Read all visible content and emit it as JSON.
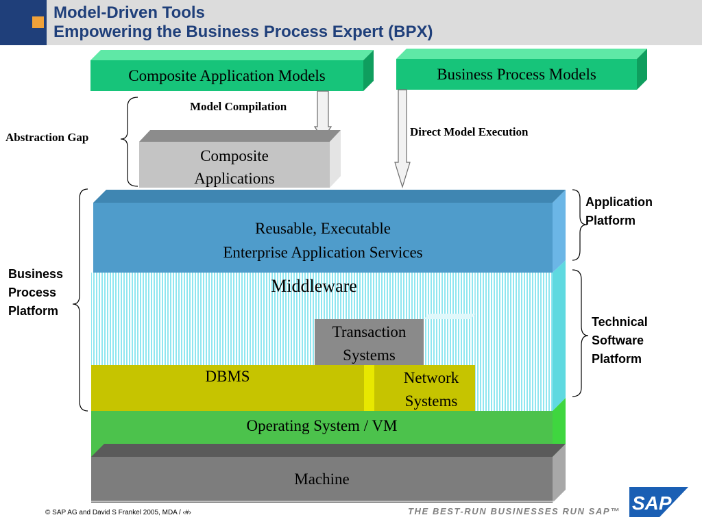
{
  "header": {
    "title_line1": "Model-Driven Tools",
    "title_line2": "Empowering the Business Process Expert (BPX)"
  },
  "top_models": {
    "composite_models": "Composite Application Models",
    "business_process_models": "Business Process Models"
  },
  "arrows": {
    "model_compilation": "Model Compilation",
    "direct_model_execution": "Direct Model Execution"
  },
  "abstraction_gap": "Abstraction Gap",
  "composite_applications": {
    "line1": "Composite",
    "line2": "Applications"
  },
  "stack": {
    "reusable_line1": "Reusable, Executable",
    "reusable_line2": "Enterprise Application Services",
    "middleware": "Middleware",
    "transaction_line1": "Transaction",
    "transaction_line2": "Systems",
    "dbms": "DBMS",
    "network_line1": "Network",
    "network_line2": "Systems",
    "os": "Operating System / VM",
    "machine": "Machine"
  },
  "brace_labels": {
    "business_process_platform": [
      "Business",
      "Process",
      "Platform"
    ],
    "application_platform": [
      "Application",
      "Platform"
    ],
    "technical_software_platform": [
      "Technical",
      "Software",
      "Platform"
    ]
  },
  "footer": {
    "copyright": "©   SAP AG and David S Frankel 2005, MDA / ‹#›",
    "tagline": "THE BEST-RUN BUSINESSES RUN SAP™",
    "logo_text": "SAP"
  },
  "colors": {
    "header_blue": "#1f3f7a",
    "green_box": "#17c47a",
    "services_blue": "#4f9ccb",
    "middleware_cyan": "#aeeef5",
    "dbms_yellow": "#c6c400",
    "os_green": "#4cc24c",
    "machine_gray": "#7d7d7d"
  }
}
